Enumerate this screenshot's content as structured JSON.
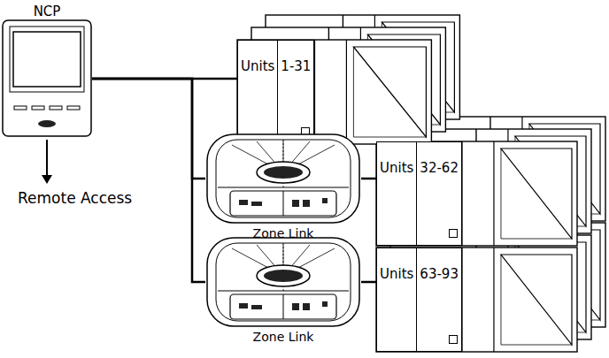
{
  "diagram": {
    "nodes": [
      {
        "text": [
          "NCP"
        ]
      },
      {
        "text": [
          "Units",
          "1-31"
        ]
      },
      {
        "text": [
          "Zone Link"
        ]
      },
      {
        "text": [
          "Units",
          "32-62"
        ]
      },
      {
        "text": [
          "Zone Link"
        ]
      },
      {
        "text": [
          "Units",
          "63-93"
        ]
      }
    ],
    "edges": [
      {
        "from": 0,
        "to": 1,
        "arrow": "none"
      },
      {
        "from": 0,
        "to": 2,
        "arrow": "none"
      },
      {
        "from": 0,
        "to": 4,
        "arrow": "none"
      },
      {
        "from": 2,
        "to": 3,
        "arrow": "none"
      },
      {
        "from": 4,
        "to": 5,
        "arrow": "none"
      }
    ],
    "labels": [
      "Remote Access"
    ]
  }
}
